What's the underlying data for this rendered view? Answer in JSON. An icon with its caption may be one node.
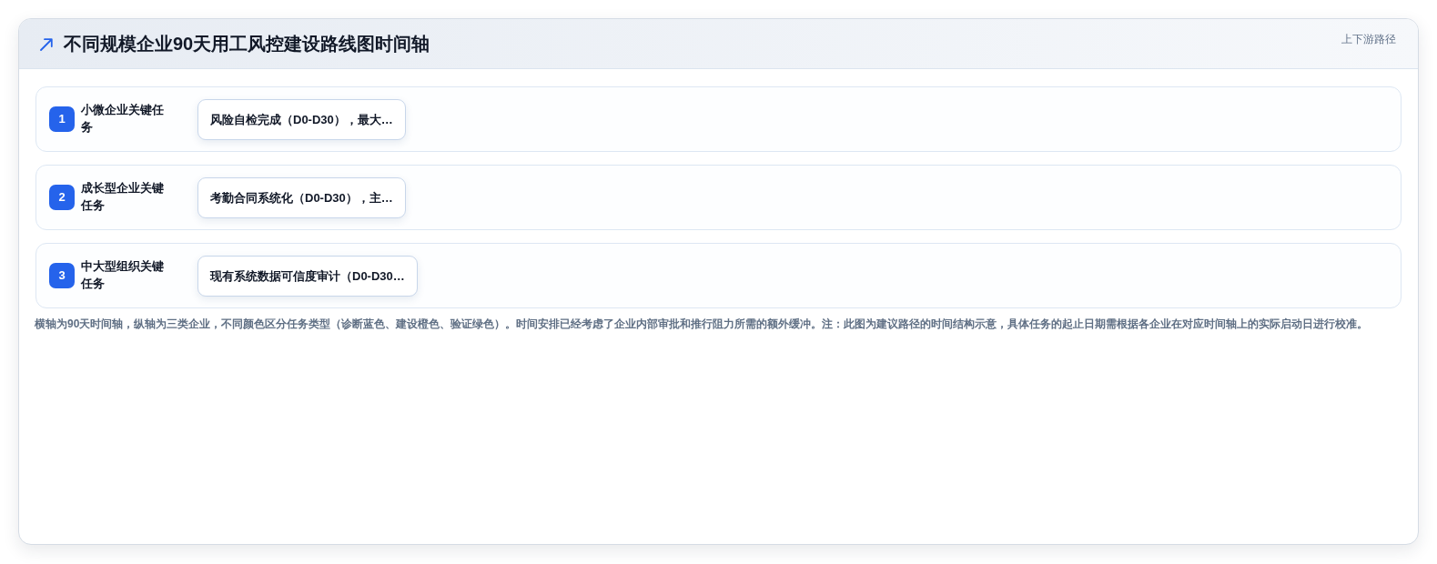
{
  "diagram": {
    "title": "不同规模企业90天用工风控建设路线图时间轴",
    "caption": "横轴为90天时间轴，纵轴为三类企业，不同颜色区分任务类型（诊断蓝色、建设橙色、验证绿色）。时间安排已经考虑了企业内部审批和推行阻力所需的额外缓冲。注：此图为建议路径的时间结构示意，具体任务的起止日期需根据各企业在对应时间轴上的实际启动日进行校准。",
    "nodes": [
      {
        "text": [
          "小微企业关键任务"
        ]
      },
      {
        "text": [
          "1"
        ],
        "in": 0
      },
      {
        "text": [
          "风险自检完成（D0-D30），最大…"
        ],
        "in": 0
      },
      {
        "text": [
          "成长型企业关键任务"
        ]
      },
      {
        "text": [
          "2"
        ],
        "in": 3
      },
      {
        "text": [
          "考勤合同系统化（D0-D30），主…"
        ],
        "in": 3
      },
      {
        "text": [
          "中大型组织关键任务"
        ]
      },
      {
        "text": [
          "3"
        ],
        "in": 6
      },
      {
        "text": [
          "现有系统数据可信度审计（D0-D30…"
        ],
        "in": 6
      }
    ],
    "labels": [
      "上下游路径"
    ]
  }
}
